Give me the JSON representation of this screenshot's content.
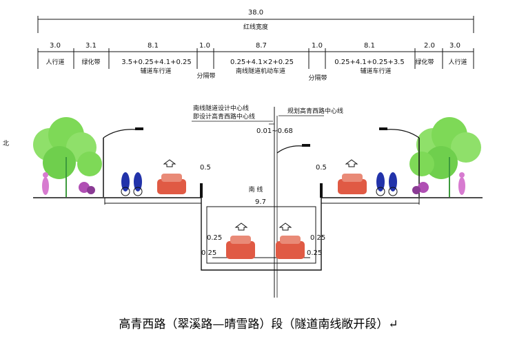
{
  "top": {
    "total_width": "38.0",
    "total_label": "红线宽度"
  },
  "segments": [
    {
      "width": "3.0",
      "label": "人行道"
    },
    {
      "width": "3.1",
      "label": "绿化带"
    },
    {
      "width": "8.1",
      "label": "辅道车行道",
      "formula": "3.5+0.25+4.1+0.25"
    },
    {
      "width": "1.0",
      "label": "分隔带"
    },
    {
      "width": "8.7",
      "label": "南线隧道机动车道",
      "formula": "0.25+4.1×2+0.25"
    },
    {
      "width": "1.0",
      "label": "分隔带"
    },
    {
      "width": "8.1",
      "label": "辅道车行道",
      "formula": "0.25+4.1+0.25+3.5"
    },
    {
      "width": "2.0",
      "label": "绿化带"
    },
    {
      "width": "3.0",
      "label": "人行道"
    }
  ],
  "annotations": {
    "tunnel_center": "南线隧道设计中心线",
    "road_center": "即设计高青西路中心线",
    "planned_center": "规划高青西路中心线",
    "offset": "0.01~0.68",
    "left_edge": "北",
    "gap_left": "0.5",
    "gap_right": "0.5",
    "tunnel_label": "南  线",
    "tunnel_width": "9.7",
    "wall_left_top": "0.25",
    "wall_left_bottom": "0.25",
    "wall_right_top": "0.25",
    "wall_right_bottom": "0.25"
  },
  "caption": "高青西路（翠溪路—晴雪路）段（隧道南线敞开段）↵",
  "colors": {
    "line": "#111111",
    "tree": "#7ed957",
    "tree_dark": "#3c9a3c",
    "car": "#e05a44",
    "cyclist": "#2233aa",
    "flower": "#b04fb4",
    "person": "#d77bd0",
    "structure": "#222222"
  }
}
